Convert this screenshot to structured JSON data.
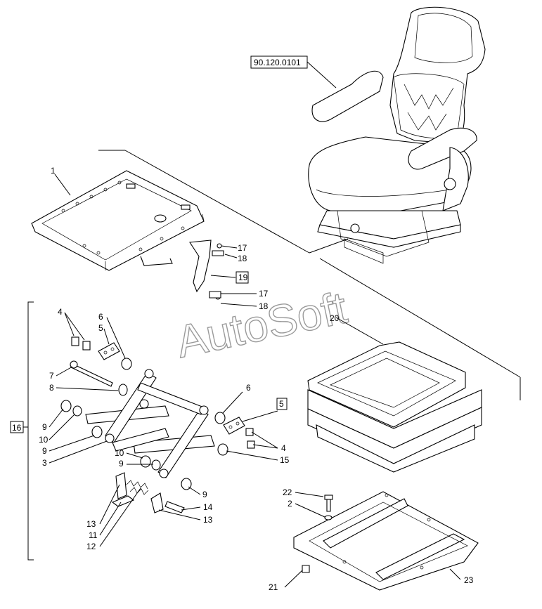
{
  "reference_box": "90.120.0101",
  "watermark": "AutoSoft",
  "labels": {
    "l1": "1",
    "l2": "2",
    "l3": "3",
    "l4a": "4",
    "l4b": "4",
    "l5a": "5",
    "l5b": "5",
    "l6a": "6",
    "l6b": "6",
    "l7": "7",
    "l8": "8",
    "l9a": "9",
    "l9b": "9",
    "l9c": "9",
    "l9d": "9",
    "l10a": "10",
    "l10b": "10",
    "l11": "11",
    "l12": "12",
    "l13a": "13",
    "l13b": "13",
    "l14": "14",
    "l15": "15",
    "l16": "16",
    "l17a": "17",
    "l17b": "17",
    "l18a": "18",
    "l18b": "18",
    "l19": "19",
    "l20": "20",
    "l21": "21",
    "l22": "22",
    "l23": "23"
  }
}
